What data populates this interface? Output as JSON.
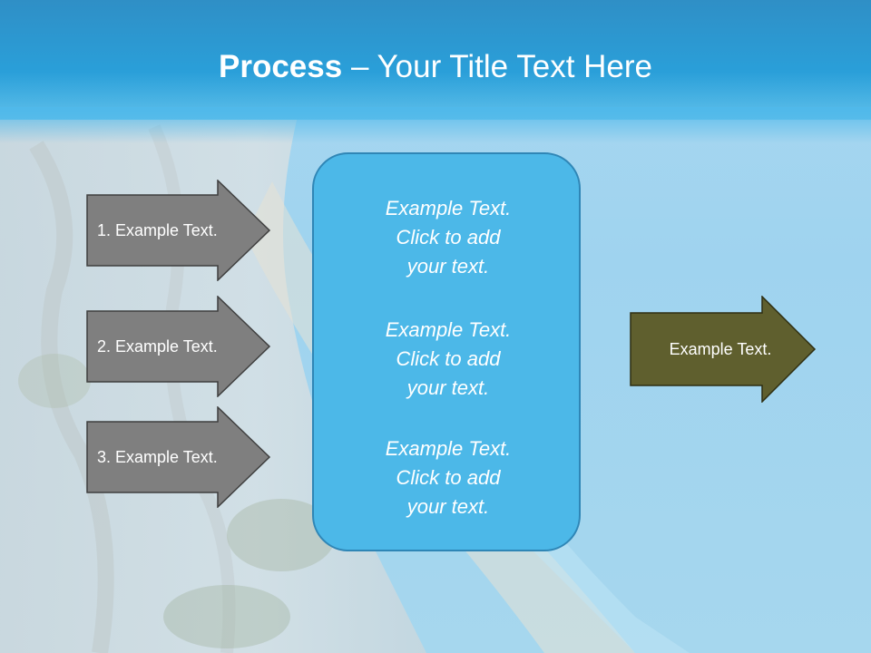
{
  "slide": {
    "title_bold": "Process",
    "title_rest": " – Your Title Text Here"
  },
  "left_steps": [
    {
      "label": "1. Example Text."
    },
    {
      "label": "2. Example Text."
    },
    {
      "label": "3. Example Text."
    }
  ],
  "center_box": {
    "paragraphs": [
      "Example Text.\nClick  to add\nyour text.",
      "Example Text.\nClick  to add\nyour text.",
      "Example Text.\nClick  to add\nyour text."
    ]
  },
  "result": {
    "label": "Example Text."
  },
  "colors": {
    "header": "#2a9fd9",
    "step_arrow": "#7f7f7f",
    "center_box": "#4cb8e8",
    "result_arrow": "#5f5f2e"
  },
  "icons": {
    "background": "coastal-cliff-beach-photo",
    "step_shape": "right-arrow-shape",
    "result_shape": "right-arrow-shape"
  }
}
